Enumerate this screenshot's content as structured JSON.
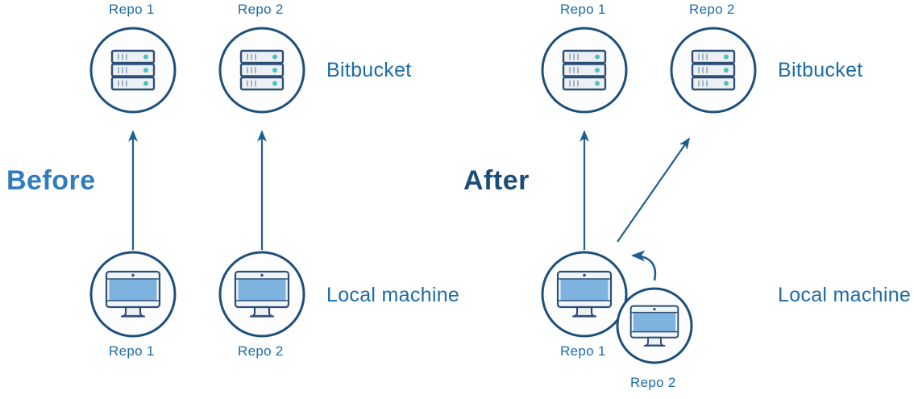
{
  "diagram": {
    "type": "before-after-comparison",
    "title_before": "Before",
    "title_after": "After",
    "colors": {
      "circle_stroke": "#1d4f7c",
      "circle_fill": "#fdfdfd",
      "arrow": "#1d5f92",
      "label_blue": "#1c6ba8",
      "title_before": "#2f7dc0",
      "title_after": "#1d4d7a",
      "monitor_screen": "#7eb3e0",
      "monitor_frame": "#eef1f4",
      "server_body": "#edf0f3",
      "server_stroke": "#2d4f77",
      "server_dot": "#4fc0c0"
    }
  },
  "panels": [
    {
      "id": "before",
      "title": "Before",
      "row_labels": {
        "top": "Bitbucket",
        "bottom": "Local machine"
      },
      "remote_nodes": [
        {
          "label": "Repo 1",
          "icon": "server-icon"
        },
        {
          "label": "Repo 2",
          "icon": "server-icon"
        }
      ],
      "local_nodes": [
        {
          "label": "Repo 1",
          "icon": "monitor-icon"
        },
        {
          "label": "Repo 2",
          "icon": "monitor-icon"
        }
      ],
      "connections": [
        {
          "from": "local-repo-1",
          "to": "remote-repo-1",
          "style": "straight-up"
        },
        {
          "from": "local-repo-2",
          "to": "remote-repo-2",
          "style": "straight-up"
        }
      ]
    },
    {
      "id": "after",
      "title": "After",
      "row_labels": {
        "top": "Bitbucket",
        "bottom": "Local machine"
      },
      "remote_nodes": [
        {
          "label": "Repo 1",
          "icon": "server-icon"
        },
        {
          "label": "Repo 2",
          "icon": "server-icon"
        }
      ],
      "local_nodes": [
        {
          "label": "Repo 1",
          "icon": "monitor-icon"
        },
        {
          "label": "Repo 2",
          "icon": "monitor-icon"
        }
      ],
      "connections": [
        {
          "from": "local-repo-1",
          "to": "remote-repo-1",
          "style": "straight-up"
        },
        {
          "from": "local-repo-1",
          "to": "remote-repo-2",
          "style": "diagonal-up-right"
        },
        {
          "from": "local-repo-2",
          "to": "local-repo-1",
          "style": "curved-left"
        }
      ]
    }
  ],
  "labels": {
    "before_title": "Before",
    "after_title": "After",
    "bitbucket_left": "Bitbucket",
    "bitbucket_right": "Bitbucket",
    "local_machine_left": "Local machine",
    "local_machine_right": "Local machine",
    "left_top_repo_1": "Repo 1",
    "left_top_repo_2": "Repo 2",
    "left_bottom_repo_1": "Repo 1",
    "left_bottom_repo_2": "Repo 2",
    "right_top_repo_1": "Repo 1",
    "right_top_repo_2": "Repo 2",
    "right_bottom_repo_1": "Repo 1",
    "right_bottom_repo_2": "Repo 2"
  }
}
